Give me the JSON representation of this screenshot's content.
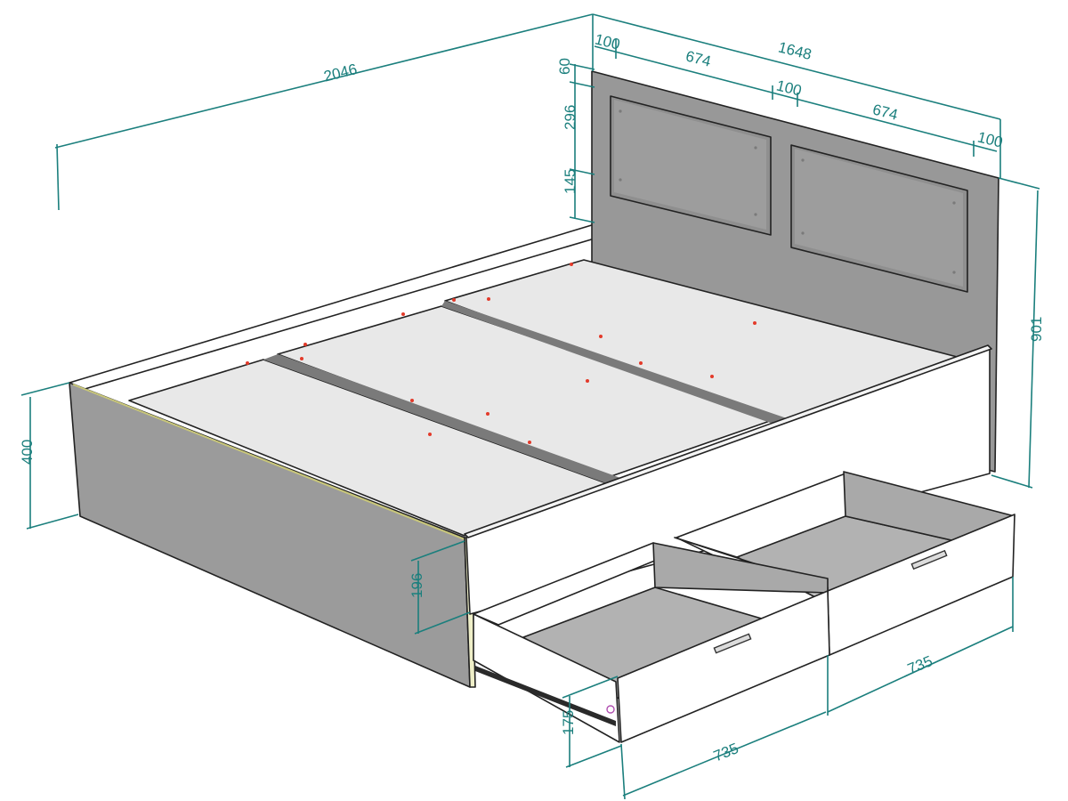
{
  "colors": {
    "dimension": "#1b7f7d",
    "side_panel": "#9b9b9b",
    "headboard": "#989898",
    "slat": "#e8e8e8",
    "white_panel": "#ffffff",
    "drawer_bottom": "#b2b2b2",
    "marker": "#e33a2a",
    "edge_trim": "#c9c77a"
  },
  "dimensions": {
    "overall_length": "2046",
    "overall_width": "1648",
    "headboard_left_margin": "100",
    "panel_width_left": "674",
    "panel_gap": "100",
    "panel_width_right": "674",
    "headboard_right_margin": "100",
    "headboard_top_margin": "60",
    "panel_height": "296",
    "panel_bottom_offset": "145",
    "headboard_height": "901",
    "frame_height": "400",
    "drawer_opening": "196",
    "drawer_height": "175",
    "drawer_width_front": "735",
    "drawer_width_back": "735"
  }
}
